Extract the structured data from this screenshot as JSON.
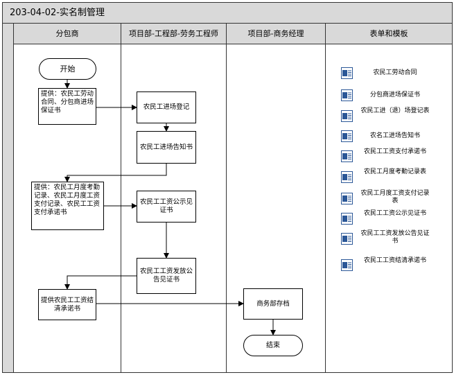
{
  "title": "203-04-02-实名制管理",
  "lanes": [
    "分包商",
    "项目部-工程部-劳务工程师",
    "项目部-商务经理",
    "表单和模板"
  ],
  "nodes": {
    "start": "开始",
    "provide1": "提供：农民工劳动合同、分包商进场保证书",
    "register": "农民工进场登记",
    "notice": "农民工进场告知书",
    "provide2": "提供：农民工月度考勤记录、农民工月度工资支付记录、农民工工资支付承诺书",
    "wage_public": "农民工工资公示见证书",
    "wage_pay": "农民工工资发放公告见证书",
    "provide3": "提供农民工工资结清承诺书",
    "archive": "商务部存档",
    "end": "结束"
  },
  "documents": [
    {
      "label": "农民工劳动合同",
      "icon": "word-doc-icon"
    },
    {
      "label": "分包商进场保证书",
      "icon": "word-doc-icon"
    },
    {
      "label": "农民工进（退）场登记表",
      "icon": "word-doc-icon"
    },
    {
      "label": "农名工进场告知书",
      "icon": "word-doc-icon"
    },
    {
      "label": "农民工工资支付承诺书",
      "icon": "word-doc-icon"
    },
    {
      "label": "农民工月度考勤记录表",
      "icon": "word-doc-icon"
    },
    {
      "label": "农民工月度工资支付记录表",
      "icon": "word-doc-icon"
    },
    {
      "label": "农民工工资公示见证书",
      "icon": "word-doc-icon"
    },
    {
      "label": "农民工工资发放公告见证书",
      "icon": "word-doc-icon"
    },
    {
      "label": "农民工工资结清承诺书",
      "icon": "word-doc-icon"
    }
  ],
  "colors": {
    "header_bg": "#d9d9d9",
    "word_blue": "#2b5797"
  }
}
